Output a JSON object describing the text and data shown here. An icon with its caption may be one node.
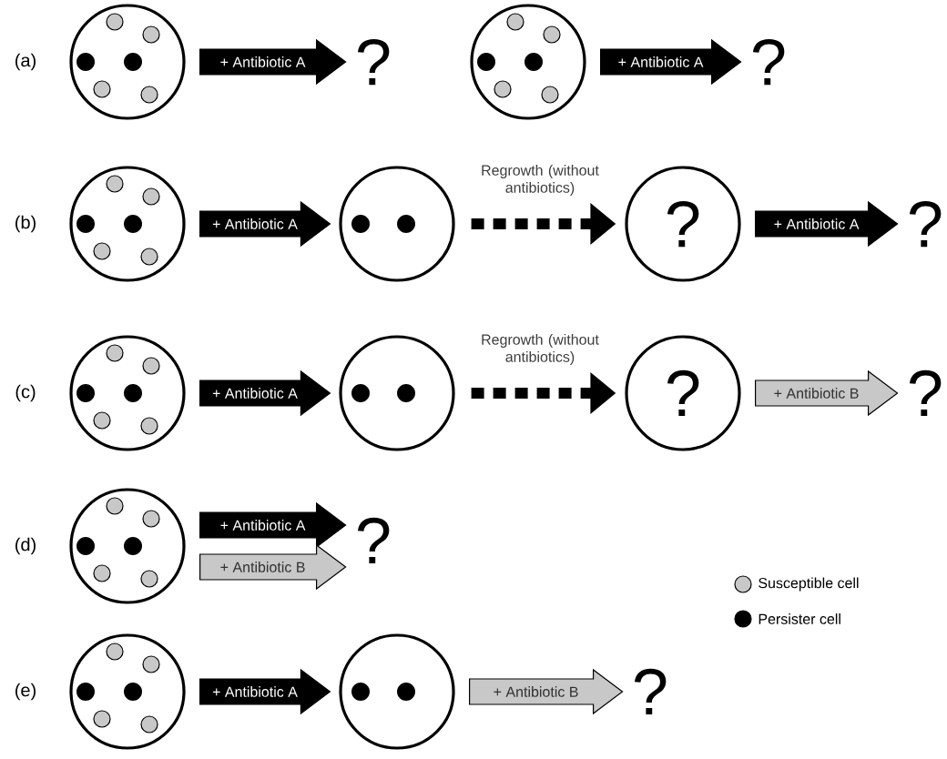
{
  "diagram": {
    "nodes": [
      {
        "text": [],
        "shape": "circle"
      },
      {
        "text": [
          "?"
        ]
      },
      {
        "text": [],
        "shape": "circle"
      },
      {
        "text": [
          "?"
        ]
      },
      {
        "text": [],
        "shape": "circle"
      },
      {
        "text": [],
        "shape": "circle"
      },
      {
        "text": [
          "?"
        ]
      },
      {
        "text": [
          "?"
        ]
      },
      {
        "text": [],
        "shape": "circle"
      },
      {
        "text": [],
        "shape": "circle"
      },
      {
        "text": [
          "?"
        ]
      },
      {
        "text": [
          "?"
        ]
      },
      {
        "text": [],
        "shape": "circle"
      },
      {
        "text": [
          "?"
        ]
      },
      {
        "text": [],
        "shape": "circle"
      },
      {
        "text": [],
        "shape": "circle"
      },
      {
        "text": [
          "?"
        ]
      }
    ],
    "edges": [
      {
        "from": 0,
        "to": 1,
        "arrow": "to",
        "label": "+ Antibiotic A"
      },
      {
        "from": 2,
        "to": 3,
        "arrow": "to",
        "label": "+ Antibiotic A"
      },
      {
        "from": 4,
        "to": 5,
        "arrow": "to",
        "label": "+ Antibiotic A"
      },
      {
        "from": 5,
        "to": 6,
        "arrow": "to",
        "label": "Regrowth (without antibiotics)",
        "style": "dashed"
      },
      {
        "from": 6,
        "to": 7,
        "arrow": "to",
        "label": "+ Antibiotic A"
      },
      {
        "from": 8,
        "to": 9,
        "arrow": "to",
        "label": "+ Antibiotic A"
      },
      {
        "from": 9,
        "to": 10,
        "arrow": "to",
        "label": "Regrowth (without antibiotics)",
        "style": "dashed"
      },
      {
        "from": 10,
        "to": 11,
        "arrow": "to",
        "label": "+ Antibiotic B",
        "color": "#c8c8c8"
      },
      {
        "from": 12,
        "to": 13,
        "arrow": "to",
        "label": "+ Antibiotic A"
      },
      {
        "from": 12,
        "to": 13,
        "arrow": "to",
        "label": "+ Antibiotic B",
        "color": "#c8c8c8"
      },
      {
        "from": 14,
        "to": 15,
        "arrow": "to",
        "label": "+ Antibiotic A"
      },
      {
        "from": 15,
        "to": 16,
        "arrow": "to",
        "label": "+ Antibiotic B",
        "color": "#c8c8c8"
      }
    ],
    "labels": [
      "(a)",
      "(b)",
      "(c)",
      "(d)",
      "(e)"
    ],
    "legend": [
      {
        "text": "Susceptible cell",
        "color": "#c8c8c8"
      },
      {
        "text": "Persister cell",
        "color": "#000000"
      }
    ]
  }
}
